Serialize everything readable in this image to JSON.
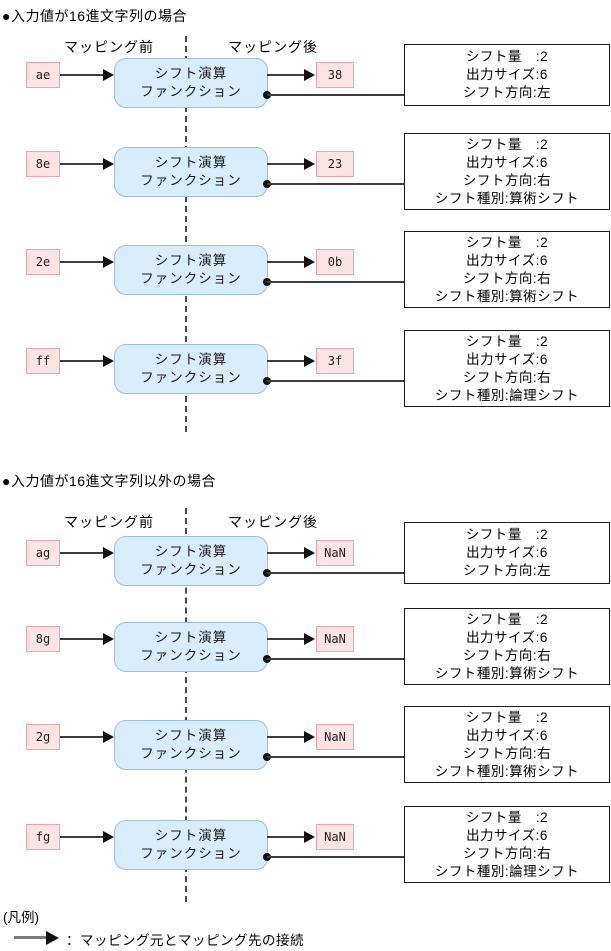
{
  "headers": {
    "before": "マッピング前",
    "after": "マッピング後"
  },
  "function_box": {
    "line1": "シフト演算",
    "line2": "ファンクション"
  },
  "colors": {
    "function_box_fill": "#D9ECFB",
    "function_box_border": "#97C0E8",
    "value_box_fill": "#FCE4E4",
    "value_box_border": "#F0A6A6",
    "connector_line": "#3D3D3D",
    "detail_box_border": "#1A1A1A"
  },
  "sections": [
    {
      "title": "●入力値が16進文字列の場合",
      "rows": [
        {
          "input": "ae",
          "output": "38",
          "details": [
            "シフト量　:2",
            "出力サイズ:6",
            "シフト方向:左"
          ]
        },
        {
          "input": "8e",
          "output": "23",
          "details": [
            "シフト量　:2",
            "出力サイズ:6",
            "シフト方向:右",
            "シフト種別:算術シフト"
          ]
        },
        {
          "input": "2e",
          "output": "0b",
          "details": [
            "シフト量　:2",
            "出力サイズ:6",
            "シフト方向:右",
            "シフト種別:算術シフト"
          ]
        },
        {
          "input": "ff",
          "output": "3f",
          "details": [
            "シフト量　:2",
            "出力サイズ:6",
            "シフト方向:右",
            "シフト種別:論理シフト"
          ]
        }
      ]
    },
    {
      "title": "●入力値が16進文字列以外の場合",
      "rows": [
        {
          "input": "ag",
          "output": "NaN",
          "details": [
            "シフト量　:2",
            "出力サイズ:6",
            "シフト方向:左"
          ]
        },
        {
          "input": "8g",
          "output": "NaN",
          "details": [
            "シフト量　:2",
            "出力サイズ:6",
            "シフト方向:右",
            "シフト種別:算術シフト"
          ]
        },
        {
          "input": "2g",
          "output": "NaN",
          "details": [
            "シフト量　:2",
            "出力サイズ:6",
            "シフト方向:右",
            "シフト種別:算術シフト"
          ]
        },
        {
          "input": "fg",
          "output": "NaN",
          "details": [
            "シフト量　:2",
            "出力サイズ:6",
            "シフト方向:右",
            "シフト種別:論理シフト"
          ]
        }
      ]
    }
  ],
  "legend": {
    "title": "(凡例)",
    "arrow_label": "：マッピング元とマッピング先の接続"
  }
}
